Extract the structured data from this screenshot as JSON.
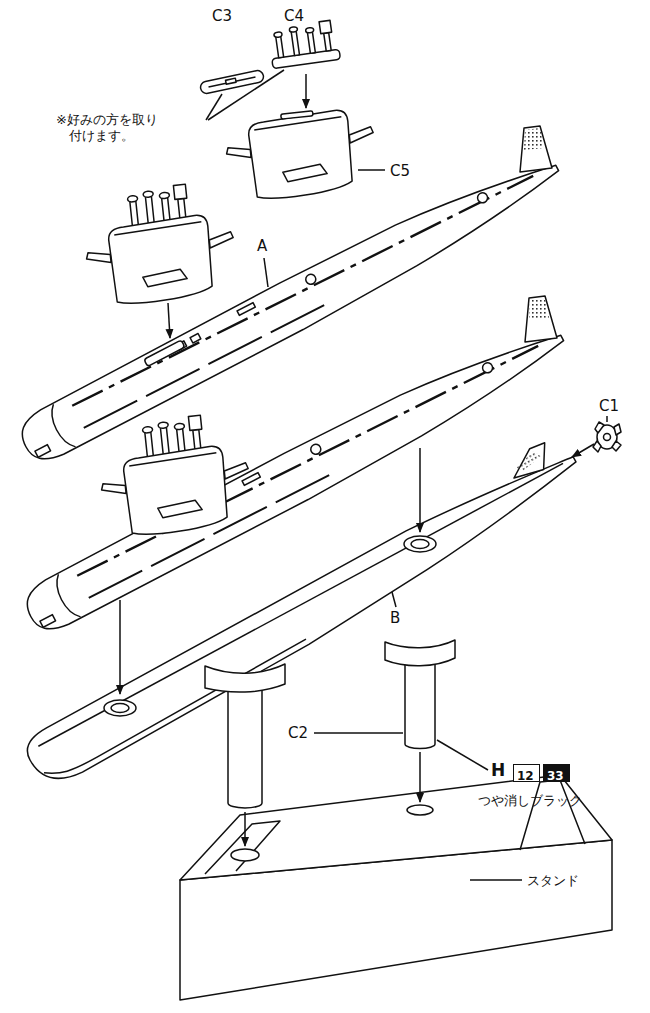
{
  "diagram": {
    "nodes": [
      {
        "text": [
          "12"
        ]
      },
      {
        "text": [
          "33"
        ]
      }
    ],
    "labels": [
      "C3",
      "C4",
      "※好みの方を取り 付けます。",
      "C5",
      "A",
      "C1",
      "B",
      "C2",
      "H",
      "つや消しブラック",
      "スタンド"
    ]
  }
}
